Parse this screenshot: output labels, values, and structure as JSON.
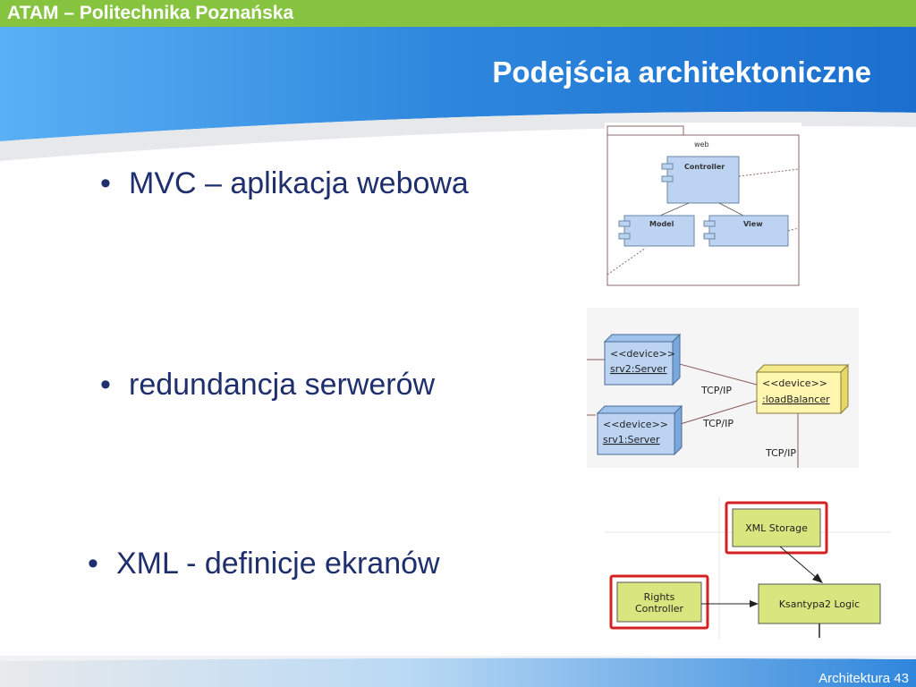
{
  "header": {
    "course": "ATAM – Politechnika Poznańska",
    "title": "Podejścia architektoniczne"
  },
  "bullets": [
    {
      "marker": "•",
      "text": "MVC – aplikacja webowa"
    },
    {
      "marker": "•",
      "text": "redundancja serwerów"
    },
    {
      "marker": "•",
      "text": "XML - definicje ekranów"
    }
  ],
  "mvc_diagram": {
    "package": "web",
    "controller": "Controller",
    "model": "Model",
    "view": "View"
  },
  "server_diagram": {
    "srv2_stereotype": "<<device>>",
    "srv2_name": "srv2:Server",
    "srv1_stereotype": "<<device>>",
    "srv1_name": "srv1:Server",
    "lb_stereotype": "<<device>>",
    "lb_name": ":loadBalancer",
    "link_top": "TCP/IP",
    "link_mid": "TCP/IP",
    "link_bottom": "TCP/IP"
  },
  "xml_diagram": {
    "storage": "XML Storage",
    "rights_line1": "Rights",
    "rights_line2": "Controller",
    "logic": "Ksantypa2 Logic"
  },
  "footer": {
    "page": "Architektura 43"
  },
  "colors": {
    "top_bar": "#86c440",
    "header_blue": "#2a7fd8",
    "bullet_text": "#1f2f6e",
    "box_green": "#d7e67f",
    "highlight_red": "#d42020",
    "box_blue": "#bcd4f2",
    "box_yellow": "#fff7b0"
  }
}
